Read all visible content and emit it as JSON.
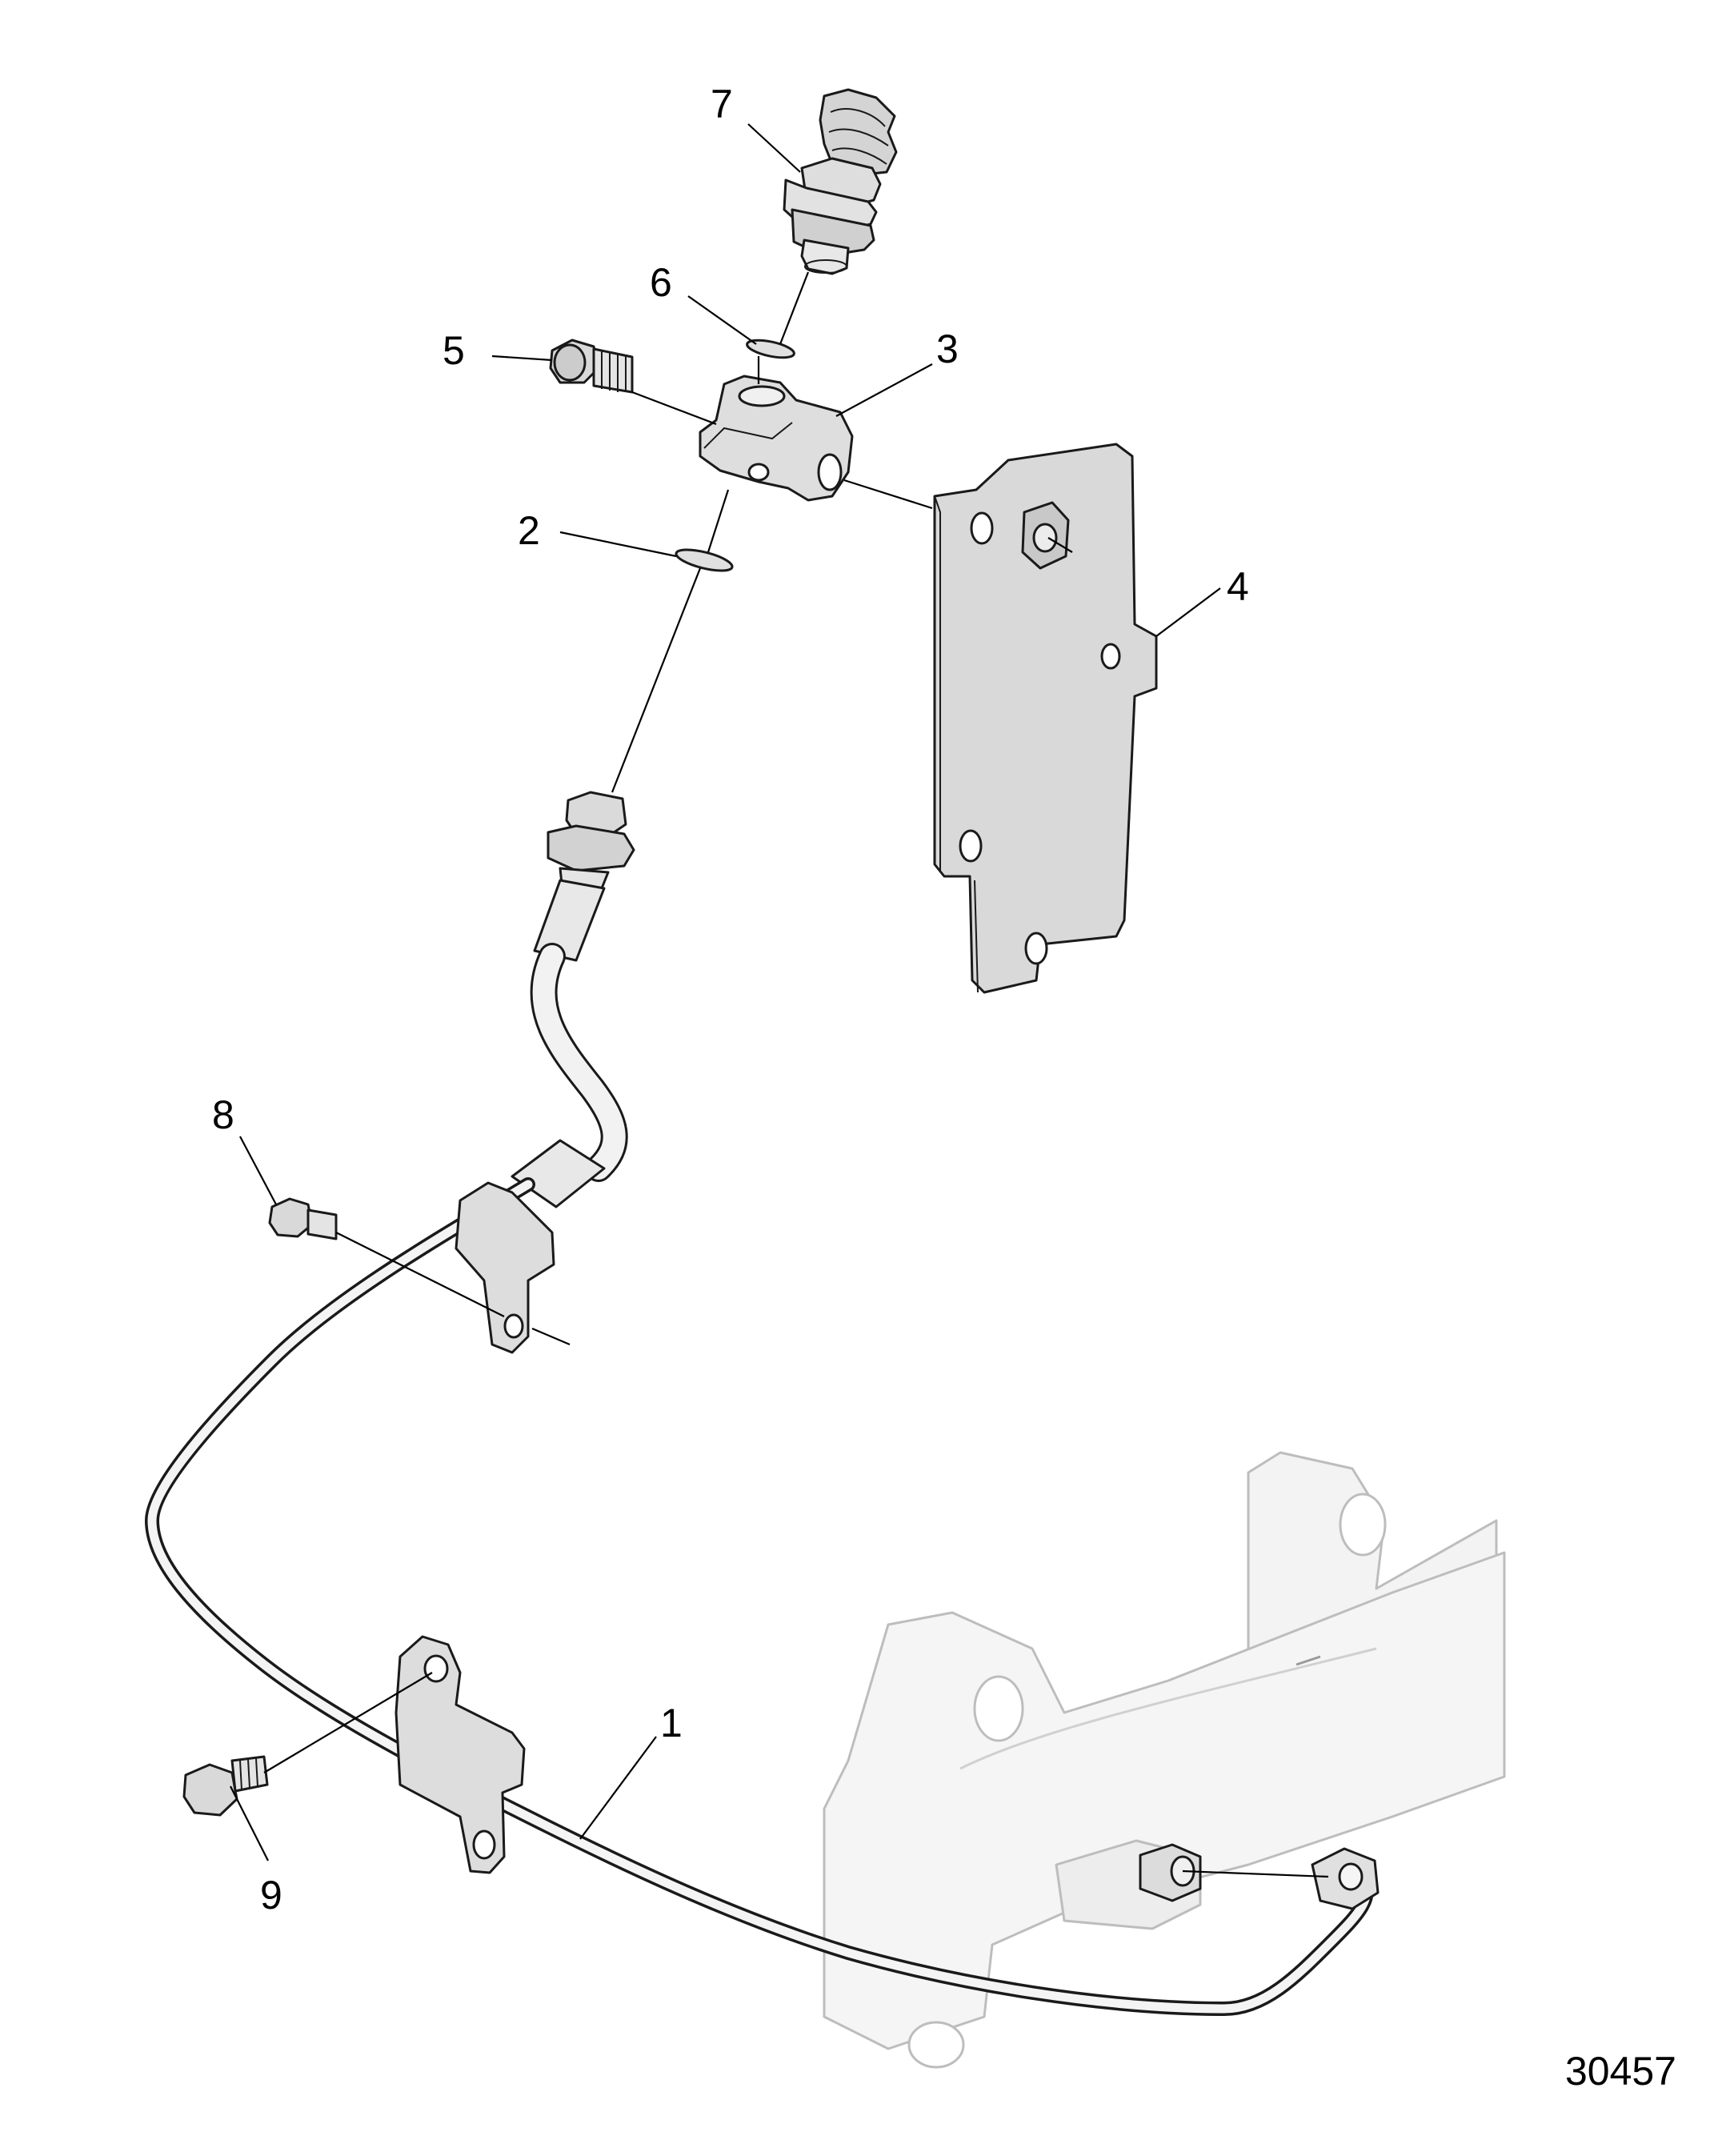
{
  "callouts": {
    "c1": "1",
    "c2": "2",
    "c3": "3",
    "c4": "4",
    "c5": "5",
    "c6": "6",
    "c7": "7",
    "c8": "8",
    "c9": "9"
  },
  "reference_number": "30457",
  "colors": {
    "line": "#1a1a1a",
    "part_fill": "#e2e2e2",
    "plate_fill": "#d9d9d9",
    "manifold_fill": "#f2f2f2"
  }
}
